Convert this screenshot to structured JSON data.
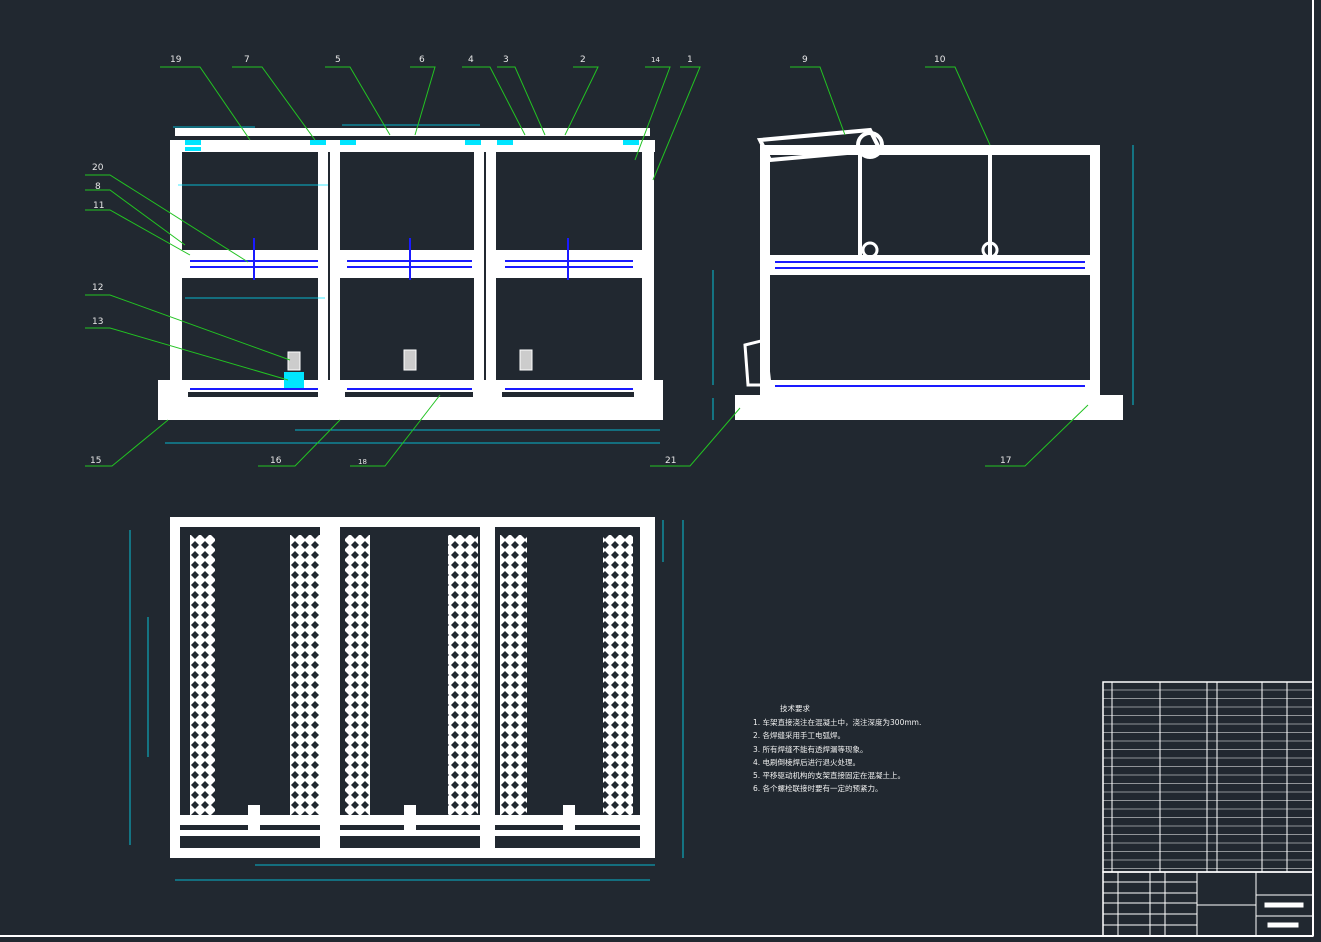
{
  "balloons": {
    "b19": "19",
    "b7": "7",
    "b5": "5",
    "b6": "6",
    "b4": "4",
    "b3": "3",
    "b2": "2",
    "b14": "14",
    "b1": "1",
    "b9": "9",
    "b10": "10",
    "b20": "20",
    "b8": "8",
    "b11": "11",
    "b12": "12",
    "b13": "13",
    "b15": "15",
    "b16": "16",
    "b18": "18",
    "b21": "21",
    "b17": "17"
  },
  "tech_requirements": {
    "title": "技术要求",
    "items": [
      "1. 车架直接浇注在混凝土中，浇注深度为300mm.",
      "2. 各焊缝采用手工电弧焊。",
      "3. 所有焊缝不能有透焊漏等现象。",
      "4. 电刷倒棱焊后进行退火处理。",
      "5. 平移驱动机构的支架直接固定在混凝土上。",
      "6. 各个螺栓联接时要有一定的预紧力。"
    ]
  },
  "colors": {
    "background": "#212830",
    "leader": "#22c322",
    "dimension": "#00e5ff",
    "part": "#1a1aff",
    "line": "#ffffff"
  }
}
